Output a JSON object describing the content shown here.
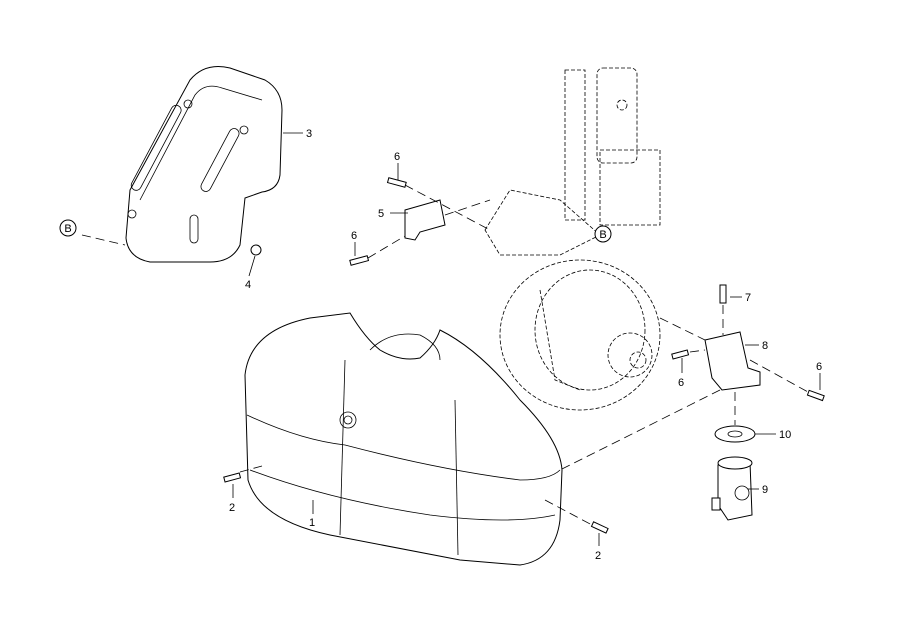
{
  "callouts": [
    {
      "id": "callout-3",
      "text": "3"
    },
    {
      "id": "callout-4",
      "text": "4"
    },
    {
      "id": "callout-6a",
      "text": "6"
    },
    {
      "id": "callout-5",
      "text": "5"
    },
    {
      "id": "callout-6b",
      "text": "6"
    },
    {
      "id": "callout-7",
      "text": "7"
    },
    {
      "id": "callout-8",
      "text": "8"
    },
    {
      "id": "callout-6c",
      "text": "6"
    },
    {
      "id": "callout-6d",
      "text": "6"
    },
    {
      "id": "callout-10",
      "text": "10"
    },
    {
      "id": "callout-9",
      "text": "9"
    },
    {
      "id": "callout-2a",
      "text": "2"
    },
    {
      "id": "callout-1",
      "text": "1"
    },
    {
      "id": "callout-2b",
      "text": "2"
    }
  ],
  "references": [
    {
      "id": "ref-b-left",
      "text": "B"
    },
    {
      "id": "ref-b-right",
      "text": "B"
    }
  ]
}
